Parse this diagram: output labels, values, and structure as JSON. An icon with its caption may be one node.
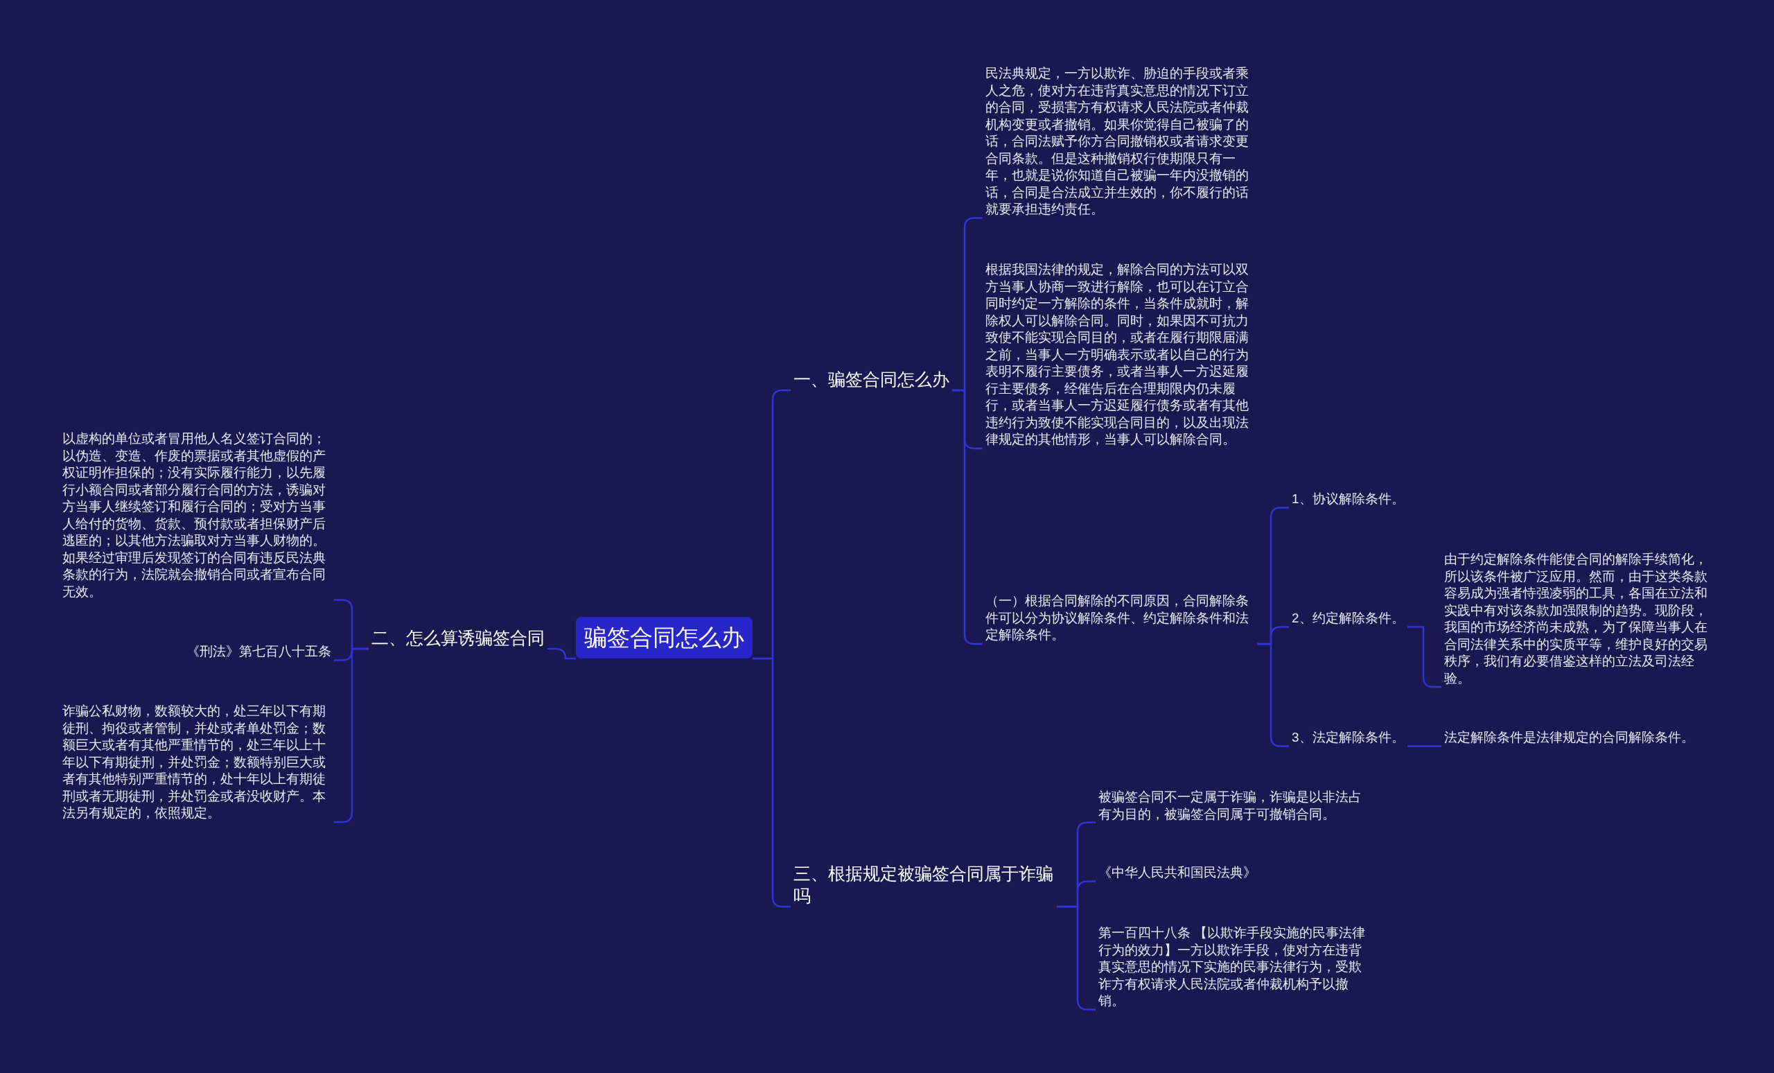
{
  "diagram": {
    "nodes": [
      {
        "text": [
          "骗签合同怎么办"
        ]
      },
      {
        "text": [
          "一、骗签合同怎么办"
        ]
      },
      {
        "text": [
          "民法典规定，一方以欺诈、胁迫的手段或者乘人之危，使对方在违背真实意思的情况下订立的合同，受损害方有权请求人民法院或者仲裁机构变更或者撤销。如果你觉得自己被骗了的话，合同法赋予你方合同撤销权或者请求变更合同条款。但是这种撤销权行使期限只有一年，也就是说你知道自己被骗一年内没撤销的话，合同是合法成立并生效的，你不履行的话就要承担违约责任。"
        ]
      },
      {
        "text": [
          "根据我国法律的规定，解除合同的方法可以双方当事人协商一致进行解除，也可以在订立合同时约定一方解除的条件，当条件成就时，解除权人可以解除合同。同时，如果因不可抗力致使不能实现合同目的，或者在履行期限届满之前，当事人一方明确表示或者以自己的行为表明不履行主要债务，或者当事人一方迟延履行主要债务，经催告后在合理期限内仍未履行，或者当事人一方迟延履行债务或者有其他违约行为致使不能实现合同目的，以及出现法律规定的其他情形，当事人可以解除合同。"
        ]
      },
      {
        "text": [
          "（一）根据合同解除的不同原因，合同解除条件可以分为协议解除条件、约定解除条件和法定解除条件。"
        ]
      },
      {
        "text": [
          "1、协议解除条件。"
        ]
      },
      {
        "text": [
          "2、约定解除条件。"
        ]
      },
      {
        "text": [
          "由于约定解除条件能使合同的解除手续简化，所以该条件被广泛应用。然而，由于这类条款容易成为强者恃强凌弱的工具，各国在立法和实践中有对该条款加强限制的趋势。现阶段，我国的市场经济尚未成熟，为了保障当事人在合同法律关系中的实质平等，维护良好的交易秩序，我们有必要借鉴这样的立法及司法经验。"
        ]
      },
      {
        "text": [
          "3、法定解除条件。"
        ]
      },
      {
        "text": [
          "法定解除条件是法律规定的合同解除条件。"
        ]
      },
      {
        "text": [
          "三、根据规定被骗签合同属于诈骗吗"
        ]
      },
      {
        "text": [
          "被骗签合同不一定属于诈骗，诈骗是以非法占有为目的，被骗签合同属于可撤销合同。"
        ]
      },
      {
        "text": [
          "《中华人民共和国民法典》"
        ]
      },
      {
        "text": [
          "第一百四十八条 【以欺诈手段实施的民事法律行为的效力】一方以欺诈手段，使对方在违背真实意思的情况下实施的民事法律行为，受欺诈方有权请求人民法院或者仲裁机构予以撤销。"
        ]
      },
      {
        "text": [
          "二、怎么算诱骗签合同"
        ]
      },
      {
        "text": [
          "以虚构的单位或者冒用他人名义签订合同的；以伪造、变造、作废的票据或者其他虚假的产权证明作担保的；没有实际履行能力，以先履行小额合同或者部分履行合同的方法，诱骗对方当事人继续签订和履行合同的；受对方当事人给付的货物、货款、预付款或者担保财产后逃匿的；以其他方法骗取对方当事人财物的。如果经过审理后发现签订的合同有违反民法典条款的行为，法院就会撤销合同或者宣布合同无效。"
        ]
      },
      {
        "text": [
          "《刑法》第七百八十五条"
        ]
      },
      {
        "text": [
          "诈骗公私财物，数额较大的，处三年以下有期徒刑、拘役或者管制，并处或者单处罚金；数额巨大或者有其他严重情节的，处三年以上十年以下有期徒刑，并处罚金；数额特别巨大或者有其他特别严重情节的，处十年以上有期徒刑或者无期徒刑，并处罚金或者没收财产。本法另有规定的，依照规定。"
        ]
      }
    ],
    "edges": [
      {
        "from": 0,
        "to": 1,
        "arrow": "none"
      },
      {
        "from": 1,
        "to": 2,
        "arrow": "none"
      },
      {
        "from": 1,
        "to": 3,
        "arrow": "none"
      },
      {
        "from": 1,
        "to": 4,
        "arrow": "none"
      },
      {
        "from": 4,
        "to": 5,
        "arrow": "none"
      },
      {
        "from": 4,
        "to": 6,
        "arrow": "none"
      },
      {
        "from": 6,
        "to": 7,
        "arrow": "none"
      },
      {
        "from": 4,
        "to": 8,
        "arrow": "none"
      },
      {
        "from": 8,
        "to": 9,
        "arrow": "none"
      },
      {
        "from": 0,
        "to": 10,
        "arrow": "none"
      },
      {
        "from": 10,
        "to": 11,
        "arrow": "none"
      },
      {
        "from": 10,
        "to": 12,
        "arrow": "none"
      },
      {
        "from": 10,
        "to": 13,
        "arrow": "none"
      },
      {
        "from": 0,
        "to": 14,
        "arrow": "none"
      },
      {
        "from": 14,
        "to": 15,
        "arrow": "none"
      },
      {
        "from": 14,
        "to": 16,
        "arrow": "none"
      },
      {
        "from": 14,
        "to": 17,
        "arrow": "none"
      }
    ]
  }
}
